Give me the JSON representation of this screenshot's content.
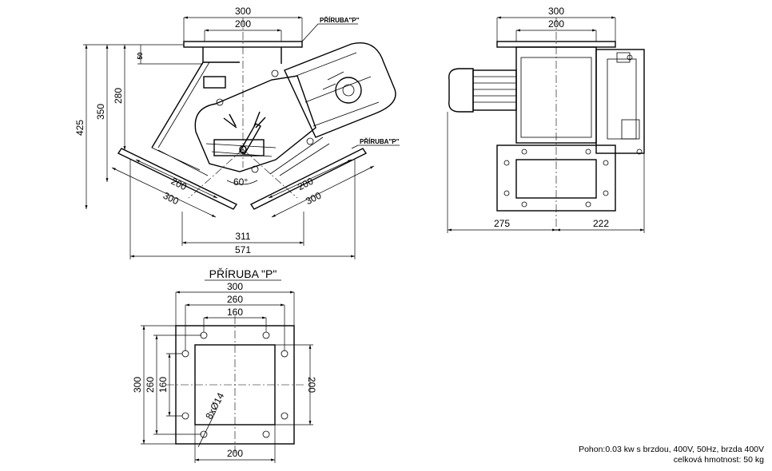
{
  "front_view": {
    "flange_label_top": "PŘÍRUBA\"P\"",
    "flange_label_side": "PŘÍRUBA\"P\"",
    "dim_top_outer": "300",
    "dim_top_inner": "200",
    "dim_height_total": "425",
    "dim_height_mid": "350",
    "dim_height_inner": "280",
    "dim_small": "50",
    "dim_left_200": "200",
    "dim_left_300": "300",
    "dim_right_200": "200",
    "dim_right_300": "300",
    "angle": "60°",
    "dim_bottom_311": "311",
    "dim_bottom_571": "571"
  },
  "side_view": {
    "dim_top_outer": "300",
    "dim_top_inner": "200",
    "dim_left": "275",
    "dim_right": "222"
  },
  "flange_view": {
    "title": "PŘÍRUBA \"P\"",
    "dim_w_300": "300",
    "dim_w_260": "260",
    "dim_w_160": "160",
    "dim_h_300": "300",
    "dim_h_260": "260",
    "dim_h_160": "160",
    "dim_right_200": "200",
    "dim_bottom_200": "200",
    "holes": "8xØ14"
  },
  "notes": {
    "line1": "Pohon:0.03 kw s brzdou, 400V, 50Hz, brzda 400V",
    "line2": "celková hmotnost: 50 kg"
  }
}
